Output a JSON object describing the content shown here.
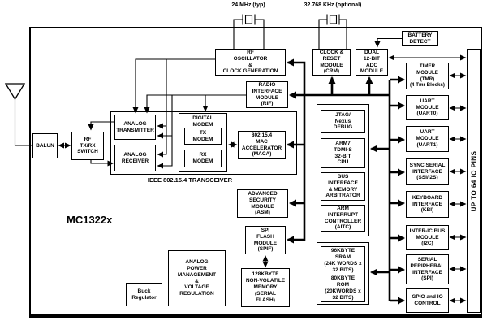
{
  "diagram": {
    "chip_label": "MC1322x",
    "external": {
      "crystal_24mhz": "24 MHz (typ)",
      "crystal_32khz": "32.768 KHz (optional)"
    },
    "rf_chain": {
      "balun": "BALUN",
      "rf_switch": "RF\nTX/RX\nSWITCH"
    },
    "transceiver": {
      "caption": "IEEE 802.15.4 TRANSCEIVER",
      "analog_transmitter": "ANALOG\nTRANSMITTER",
      "analog_receiver": "ANALOG\nRECEIVER",
      "digital_modem": "DIGITAL\nMODEM",
      "tx_modem": "TX\nMODEM",
      "rx_modem": "RX\nMODEM",
      "maca": "802.15.4\nMAC\nACCELERATOR\n(MACA)"
    },
    "clocks": {
      "rf_osc": "RF\nOSCILLATOR\n&\nCLOCK GENERATION",
      "crm": "CLOCK &\nRESET\nMODULE\n(CRM)",
      "adc": "DUAL\n12-BIT\nADC\nMODULE",
      "battery": "BATTERY\nDETECT",
      "rif": "RADIO\nINTERFACE\nMODULE\n(RIF)"
    },
    "cpu_platform": {
      "jtag": "JTAG/\nNexus\nDEBUG",
      "arm7": "ARM7\nTDMI-S\n32-BIT\nCPU",
      "bus_interface": "BUS\nINTERFACE\n& MEMORY\nARBITRATOR",
      "aitc": "ARM\nINTERRUPT\nCONTROLLER\n(AITC)",
      "sram": "96KBYTE\nSRAM\n(24K WORDS x\n32 BITS)",
      "rom": "80KBYTE\nROM\n(20KWORDS x\n32 BITS)"
    },
    "security_memory": {
      "asm": "ADVANCED\nSECURITY\nMODULE\n(ASM)",
      "spif": "SPI\nFLASH\nMODULE\n(SPIF)",
      "nvm": "128KBYTE\nNON-VOLATILE\nMEMORY\n(SERIAL\nFLASH)"
    },
    "power": {
      "apm": "ANALOG\nPOWER\nMANAGEMENT\n&\nVOLTAGE\nREGULATION",
      "buck": "Buck\nRegulator"
    },
    "peripherals": {
      "timer": "TIMER\nMODULE\n(TMR)\n(4 Tmr Blocks)",
      "uart0": "UART\nMODULE\n(UART0)",
      "uart1": "UART\nMODULE\n(UART1)",
      "ssi": "SYNC SERIAL\nINTERFACE\n(SSI/I2S)",
      "kbi": "KEYBOARD\nINTERFACE\n(KBI)",
      "i2c": "INTER-IC BUS\nMODULE\n(I2C)",
      "spi": "SERIAL\nPERIPHERAL\nINTERFACE\n(SPI)",
      "gpio": "GPIO and IO\nCONTROL"
    },
    "io": {
      "pins_label": "UP TO 64 IO PINS"
    },
    "colors": {
      "line": "#000000",
      "background": "#ffffff"
    }
  }
}
